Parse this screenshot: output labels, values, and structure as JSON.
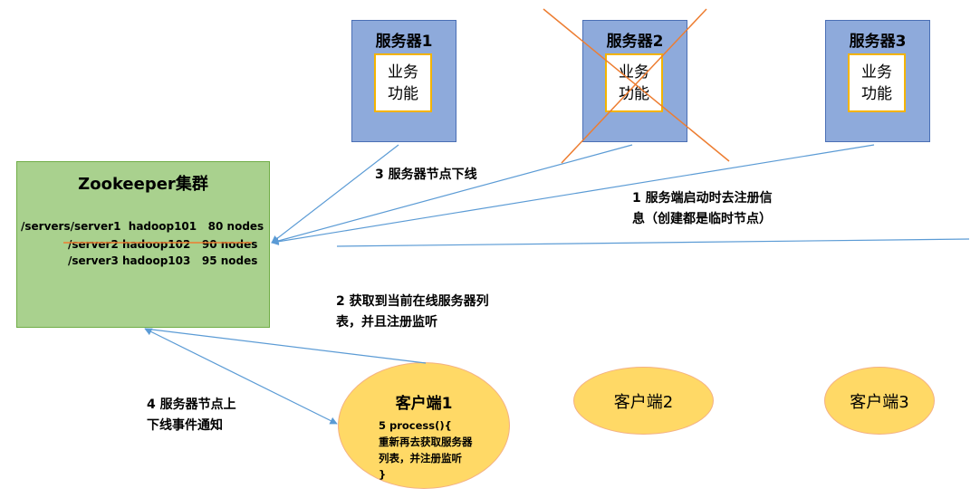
{
  "servers": [
    {
      "title": "服务器1",
      "func_line1": "业务",
      "func_line2": "功能"
    },
    {
      "title": "服务器2",
      "func_line1": "业务",
      "func_line2": "功能"
    },
    {
      "title": "服务器3",
      "func_line1": "业务",
      "func_line2": "功能"
    }
  ],
  "cluster": {
    "title": "Zookeeper集群",
    "lines": [
      "/servers/server1  hadoop101   80 nodes",
      "/server2 hadoop102   90 nodes",
      "/server3 hadoop103   95 nodes"
    ]
  },
  "labels": {
    "step1_line1": "1  服务端启动时去注册信",
    "step1_line2": "息（创建都是临时节点）",
    "step2_line1": "2  获取到当前在线服务器列",
    "step2_line2": "表，并且注册监听",
    "step3": "3 服务器节点下线",
    "step4_line1": "4  服务器节点上",
    "step4_line2": "下线事件通知"
  },
  "clients": [
    {
      "name": "客户端1",
      "code": [
        "5 process(){",
        "重新再去获取服务器",
        "列表，并注册监听",
        "}"
      ]
    },
    {
      "name": "客户端2"
    },
    {
      "name": "客户端3"
    }
  ],
  "colors": {
    "server_fill": "#8eaadb",
    "cluster_fill": "#a9d18e",
    "client_fill": "#ffd966",
    "arrow": "#5b9bd5",
    "cross": "#ed7d31"
  }
}
